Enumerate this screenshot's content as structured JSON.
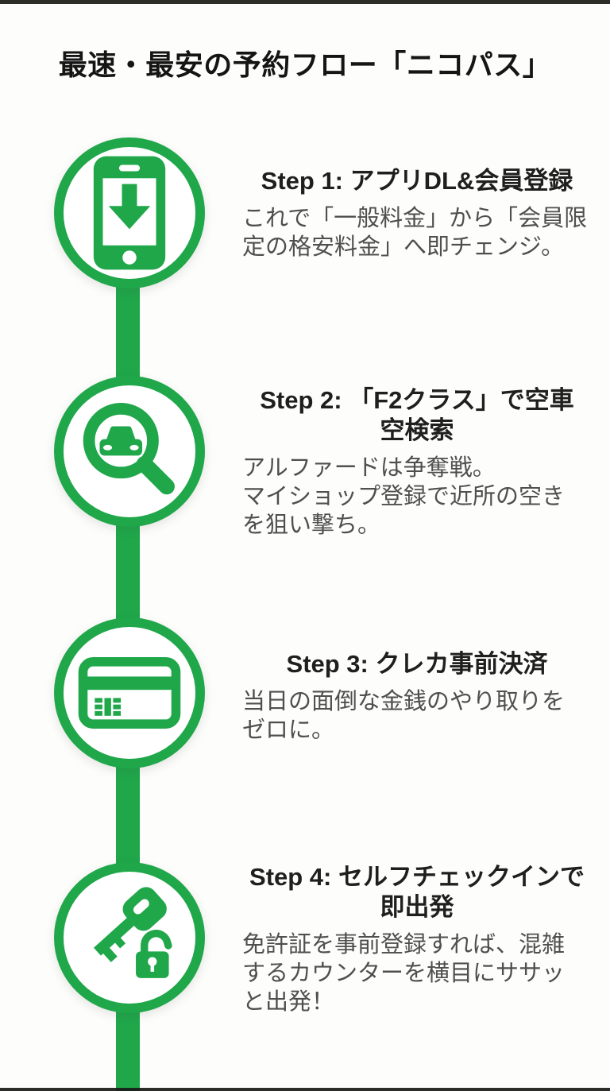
{
  "page": {
    "title": "最速・最安の予約フロー「ニコパス」",
    "colors": {
      "accent_green": "#1fa74a",
      "heading_text": "#1f1f1f",
      "body_text": "#4f4f4f",
      "background": "#fdfdfb",
      "edge_strip": "#1a1a17"
    }
  },
  "steps": [
    {
      "icon": "phone-download-icon",
      "heading": "Step 1: アプリDL&会員登録",
      "body": "これで「一般料金」から「会員限\n定の格安料金」へ即チェンジ。"
    },
    {
      "icon": "car-search-icon",
      "heading": "Step 2: 「F2クラス」で空車\n空検索",
      "body": "アルファードは争奪戦。\nマイショップ登録で近所の空き\nを狙い撃ち。"
    },
    {
      "icon": "credit-card-icon",
      "heading": "Step 3: クレカ事前決済",
      "body": "当日の面倒な金銭のやり取りを\nゼロに。"
    },
    {
      "icon": "key-unlock-icon",
      "heading": "Step 4: セルフチェックインで\n即出発",
      "body": "免許証を事前登録すれば、混雑\nするカウンターを横目にササッ\nと出発！"
    }
  ]
}
